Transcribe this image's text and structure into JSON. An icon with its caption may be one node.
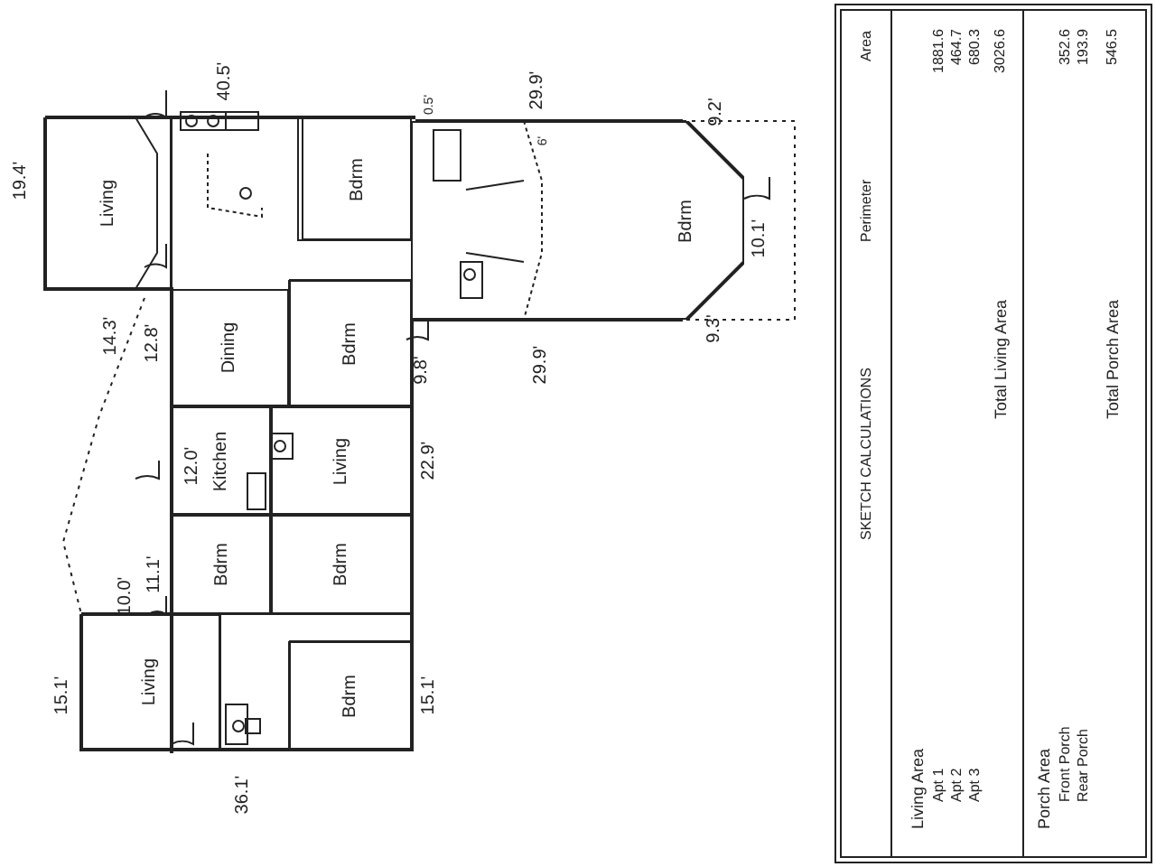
{
  "diagram": {
    "nodes": [
      {
        "text": [
          "Living"
        ]
      },
      {
        "text": [
          "Bdrm"
        ]
      },
      {
        "text": [
          "Dining"
        ]
      },
      {
        "text": [
          "Bdrm"
        ]
      },
      {
        "text": [
          "Bdrm"
        ]
      },
      {
        "text": [
          "Kitchen"
        ]
      },
      {
        "text": [
          "Living"
        ]
      },
      {
        "text": [
          "Bdrm"
        ]
      },
      {
        "text": [
          "Bdrm"
        ]
      },
      {
        "text": [
          "Living"
        ]
      },
      {
        "text": [
          "Bdrm"
        ]
      }
    ],
    "labels": [
      "19.4'",
      "40.5'",
      "14.3'",
      "12.8'",
      "0.5'",
      "29.9'",
      "6'",
      "9.2'",
      "10.1'",
      "9.3'",
      "9.8'",
      "29.9'",
      "12.0'",
      "22.9'",
      "11.1'",
      "10.0'",
      "15.1'",
      "15.1'",
      "36.1'",
      "SKETCH CALCULATIONS",
      "Perimeter",
      "Area",
      "Living Area",
      "Apt 1",
      "1881.6",
      "Apt 2",
      "464.7",
      "Apt 3",
      "680.3",
      "Total Living Area",
      "3026.6",
      "Porch Area",
      "Front Porch",
      "352.6",
      "Rear Porch",
      "193.9",
      "Total Porch Area",
      "546.5"
    ]
  }
}
